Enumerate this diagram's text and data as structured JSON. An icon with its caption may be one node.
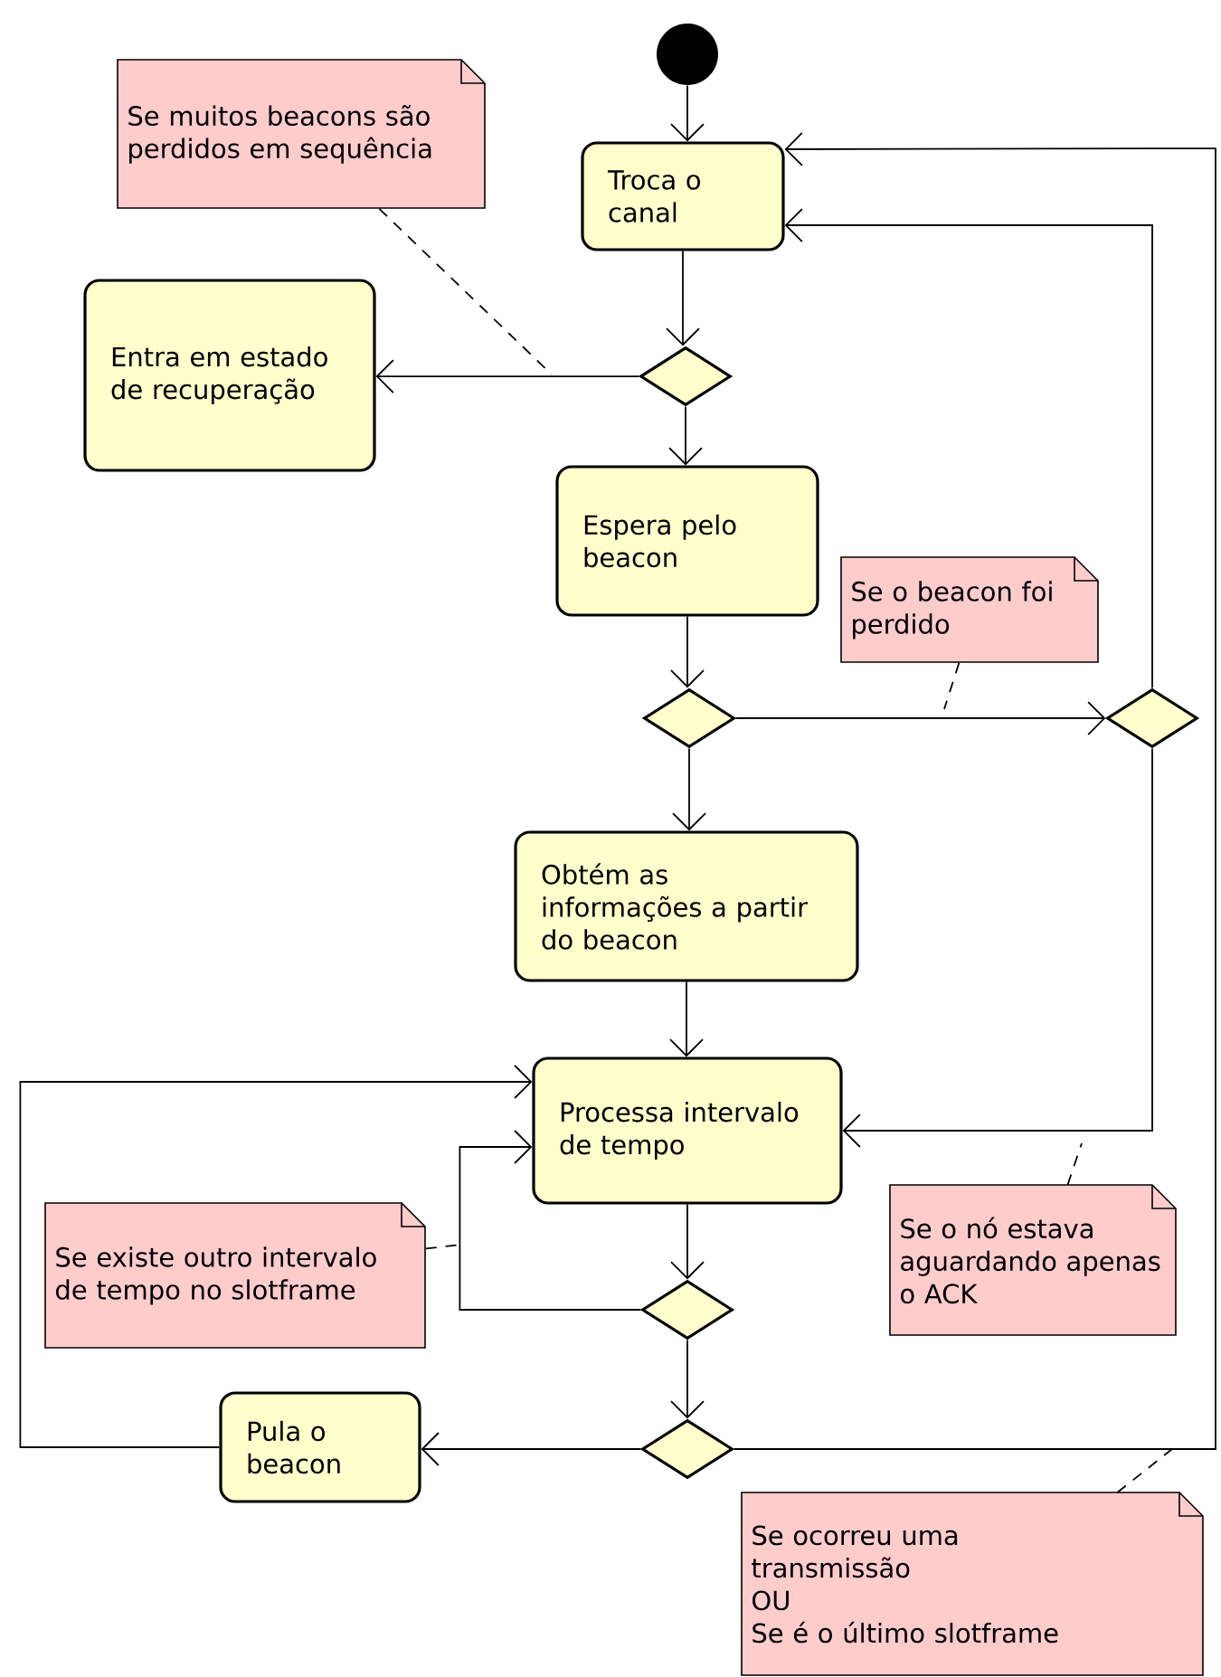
{
  "diagram": {
    "nodes": [
      {
        "text": [],
        "shape": "circle"
      },
      {
        "text": [
          "Troca o canal"
        ]
      },
      {
        "text": [
          "Se muitos beacons são perdidos em sequência"
        ]
      },
      {
        "text": [],
        "shape": "diamond"
      },
      {
        "text": [
          "Entra em estado de recuperação"
        ]
      },
      {
        "text": [
          "Espera pelo beacon"
        ]
      },
      {
        "text": [
          "Se o beacon foi perdido"
        ]
      },
      {
        "text": [],
        "shape": "diamond"
      },
      {
        "text": [],
        "shape": "diamond"
      },
      {
        "text": [
          "Obtém as informações a partir do beacon"
        ]
      },
      {
        "text": [
          "Processa intervalo de tempo"
        ]
      },
      {
        "text": [
          "Se existe outro intervalo de tempo no slotframe"
        ]
      },
      {
        "text": [
          "Se o nó estava aguardando apenas o ACK"
        ]
      },
      {
        "text": [],
        "shape": "diamond"
      },
      {
        "text": [],
        "shape": "diamond"
      },
      {
        "text": [
          "Pula o beacon"
        ]
      },
      {
        "text": [
          "Se ocorreu uma transmissão",
          "OU",
          "Se é o último slotframe"
        ]
      }
    ],
    "edges": [
      {
        "from": 0,
        "to": 1,
        "arrow": "to"
      },
      {
        "from": 1,
        "to": 3,
        "arrow": "to"
      },
      {
        "from": 3,
        "to": 4,
        "arrow": "to"
      },
      {
        "from": 3,
        "to": 5,
        "arrow": "to"
      },
      {
        "from": 5,
        "to": 7,
        "arrow": "to"
      },
      {
        "from": 7,
        "to": 9,
        "arrow": "to"
      },
      {
        "from": 7,
        "to": 8,
        "arrow": "to"
      },
      {
        "from": 8,
        "to": 1,
        "arrow": "to"
      },
      {
        "from": 8,
        "to": 10,
        "arrow": "to"
      },
      {
        "from": 9,
        "to": 10,
        "arrow": "to"
      },
      {
        "from": 10,
        "to": 13,
        "arrow": "to"
      },
      {
        "from": 13,
        "to": 10,
        "arrow": "to"
      },
      {
        "from": 13,
        "to": 14,
        "arrow": "to"
      },
      {
        "from": 14,
        "to": 15,
        "arrow": "to"
      },
      {
        "from": 15,
        "to": 10,
        "arrow": "to"
      },
      {
        "from": 14,
        "to": 1,
        "arrow": "to"
      },
      {
        "from": 2,
        "to": null,
        "arrow": "none",
        "style": "dashed"
      },
      {
        "from": 6,
        "to": null,
        "arrow": "none",
        "style": "dashed"
      },
      {
        "from": 11,
        "to": null,
        "arrow": "none",
        "style": "dashed"
      },
      {
        "from": 12,
        "to": null,
        "arrow": "none",
        "style": "dashed"
      },
      {
        "from": 16,
        "to": null,
        "arrow": "none",
        "style": "dashed"
      }
    ]
  }
}
